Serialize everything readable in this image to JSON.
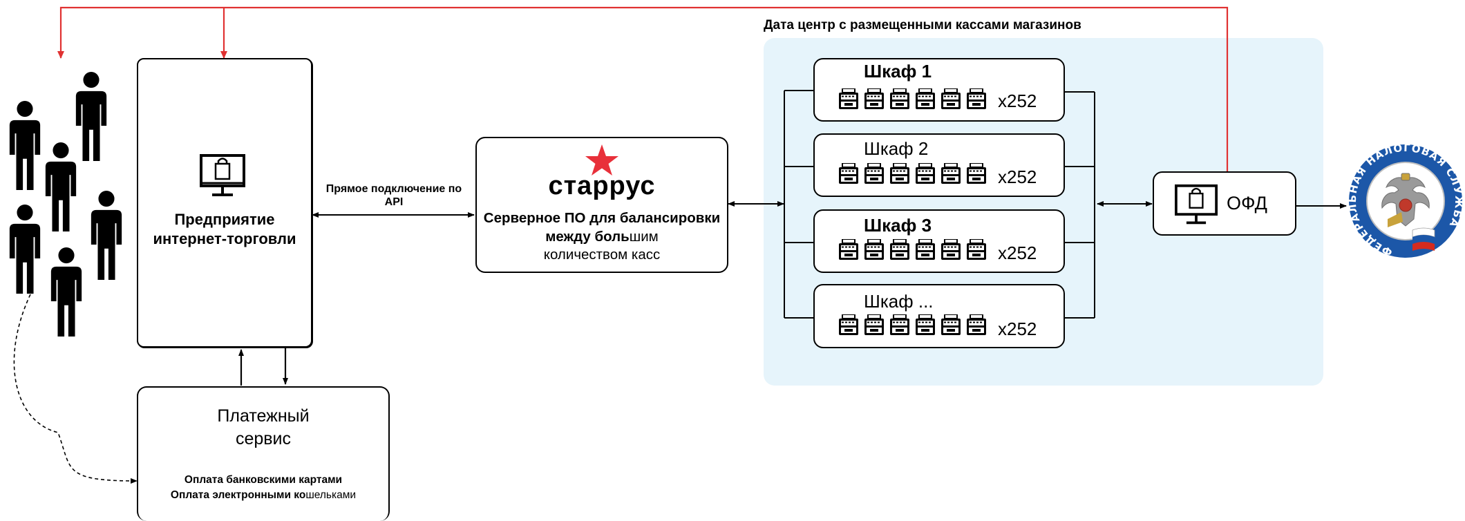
{
  "datacenter": {
    "title": "Дата центр с размещенными кассами магазинов"
  },
  "enterprise": {
    "label": "Предприятие интернет-торговли"
  },
  "api_link": {
    "label": "Прямое подключение по API"
  },
  "starrus": {
    "logo_text": "старрус",
    "desc_bold": "Серверное ПО для балансировки между боль",
    "desc_tail1": "шим",
    "desc_line3": "количеством касс"
  },
  "cabinets": [
    {
      "title": "Шкаф 1",
      "count": "x252"
    },
    {
      "title": "Шкаф 2",
      "count": "x252"
    },
    {
      "title": "Шкаф 3",
      "count": "x252"
    },
    {
      "title": "Шкаф ...",
      "count": "x252"
    }
  ],
  "ofd": {
    "label": "ОФД"
  },
  "fns": {
    "seal_text": "ФЕДЕРАЛЬНАЯ НАЛОГОВАЯ СЛУЖБА"
  },
  "payment": {
    "title_line1": "Платежный",
    "title_line2": "сервис",
    "method1": "Оплата банковскими картами",
    "method2_a": "Оплата электронными ко",
    "method2_b": "шельками"
  },
  "colors": {
    "red_line": "#e03131",
    "star": "#e8303a",
    "dc_bg": "#e6f4fb"
  },
  "icons": [
    "person-icon",
    "shop-monitor-icon",
    "star-icon",
    "cash-register-icon",
    "fns-seal-icon"
  ]
}
